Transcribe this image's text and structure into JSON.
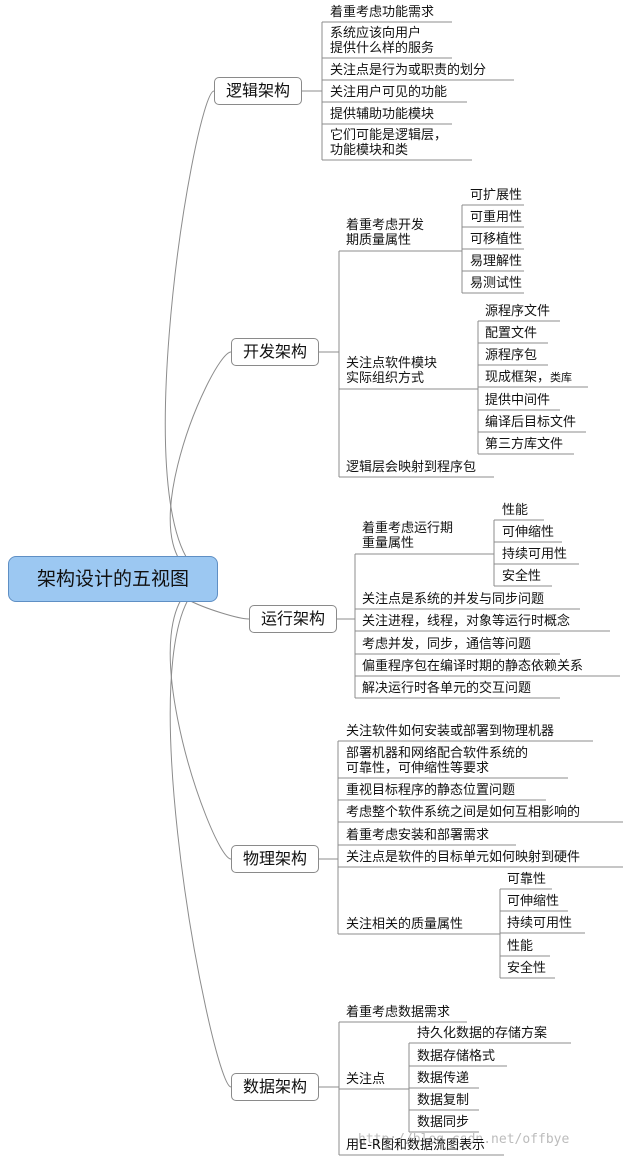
{
  "root": {
    "label": "架构设计的五视图"
  },
  "branches": [
    {
      "label": "逻辑架构",
      "items": [
        {
          "text": "着重考虑功能需求"
        },
        {
          "text": "系统应该向用户\n提供什么样的服务"
        },
        {
          "text": "关注点是行为或职责的划分"
        },
        {
          "text": "关注用户可见的功能"
        },
        {
          "text": "提供辅助功能模块"
        },
        {
          "text": "它们可能是逻辑层，\n功能模块和类"
        }
      ]
    },
    {
      "label": "开发架构",
      "items": [
        {
          "text": "着重考虑开发\n期质量属性",
          "children": [
            "可扩展性",
            "可重用性",
            "可移植性",
            "易理解性",
            "易测试性"
          ]
        },
        {
          "text": "关注点软件模块\n实际组织方式",
          "children": [
            "源程序文件",
            "配置文件",
            "源程序包",
            "现成框架，",
            "提供中间件",
            "编译后目标文件",
            "第三方库文件"
          ],
          "child_suffix": {
            "index": 3,
            "text": "类库"
          }
        },
        {
          "text": "逻辑层会映射到程序包"
        }
      ]
    },
    {
      "label": "运行架构",
      "items": [
        {
          "text": "着重考虑运行期\n重量属性",
          "children": [
            "性能",
            "可伸缩性",
            "持续可用性",
            "安全性"
          ]
        },
        {
          "text": "关注点是系统的并发与同步问题"
        },
        {
          "text": "关注进程，线程，对象等运行时概念"
        },
        {
          "text": "考虑并发，同步，通信等问题"
        },
        {
          "text": "偏重程序包在编译时期的静态依赖关系"
        },
        {
          "text": "解决运行时各单元的交互问题"
        }
      ]
    },
    {
      "label": "物理架构",
      "items": [
        {
          "text": "关注软件如何安装或部署到物理机器"
        },
        {
          "text": "部署机器和网络配合软件系统的\n可靠性，可伸缩性等要求"
        },
        {
          "text": "重视目标程序的静态位置问题"
        },
        {
          "text": "考虑整个软件系统之间是如何互相影响的"
        },
        {
          "text": "着重考虑安装和部署需求"
        },
        {
          "text": "关注点是软件的目标单元如何映射到硬件"
        },
        {
          "text": "关注相关的质量属性",
          "children": [
            "可靠性",
            "可伸缩性",
            "持续可用性",
            "性能",
            "安全性"
          ]
        }
      ]
    },
    {
      "label": "数据架构",
      "items": [
        {
          "text": "着重考虑数据需求"
        },
        {
          "text": "关注点",
          "children": [
            "持久化数据的存储方案",
            "数据存储格式",
            "数据传递",
            "数据复制",
            "数据同步"
          ]
        },
        {
          "text": "用E-R图和数据流图表示"
        }
      ]
    }
  ],
  "watermark": "http://blog.csdn.net/offbye",
  "colors": {
    "root_fill": "#9cc8f2",
    "root_border": "#5f8fc4",
    "line": "#8c8c8c"
  }
}
